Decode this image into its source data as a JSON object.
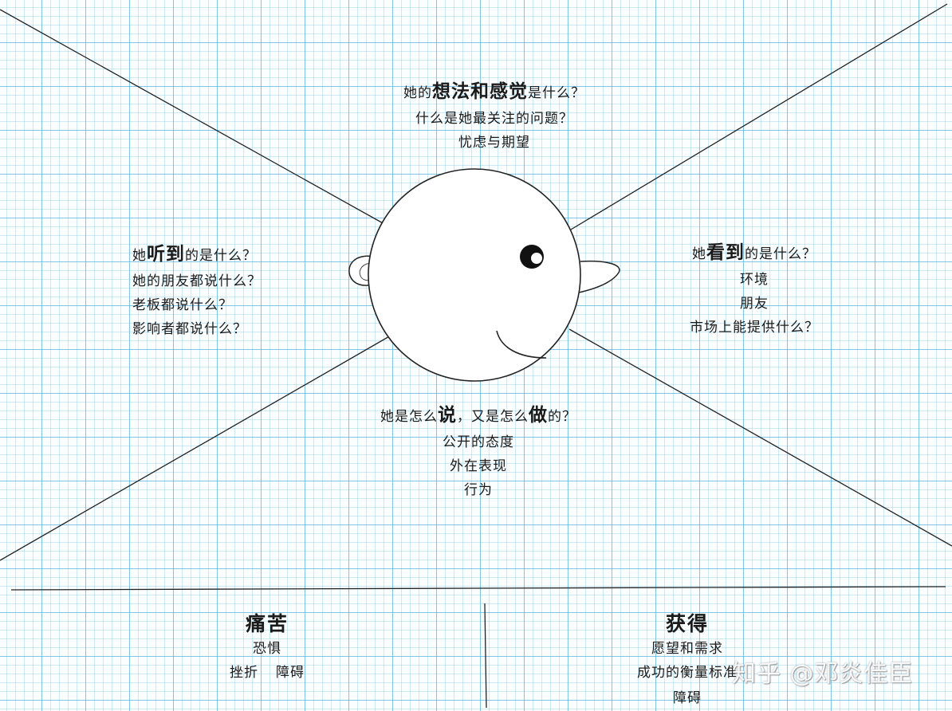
{
  "think_feel": {
    "prefix": "她的",
    "highlight": "想法和感觉",
    "suffix": "是什么？",
    "line2": "什么是她最关注的问题？",
    "line3": "忧虑与期望"
  },
  "hear": {
    "prefix": "她",
    "highlight": "听到",
    "suffix": "的是什么？",
    "line2": "她的朋友都说什么？",
    "line3": "老板都说什么？",
    "line4": "影响者都说什么？"
  },
  "see": {
    "prefix": "她",
    "highlight": "看到",
    "suffix": "的是什么？",
    "line2": "环境",
    "line3": "朋友",
    "line4": "市场上能提供什么？"
  },
  "say_do": {
    "prefix": "她是怎么",
    "highlight1": "说",
    "middle": "，又是怎么",
    "highlight2": "做",
    "suffix": "的？",
    "line2": "公开的态度",
    "line3": "外在表现",
    "line4": "行为"
  },
  "pain": {
    "title": "痛苦",
    "line1": "恐惧",
    "line2a": "挫折",
    "line2b": "障碍"
  },
  "gain": {
    "title": "获得",
    "line1": "愿望和需求",
    "line2": "成功的衡量标准",
    "line3": "障碍"
  },
  "watermark": "知乎 @邓炎佳臣",
  "colors": {
    "grid": "#46aad7",
    "ink": "#1a1a1a"
  }
}
